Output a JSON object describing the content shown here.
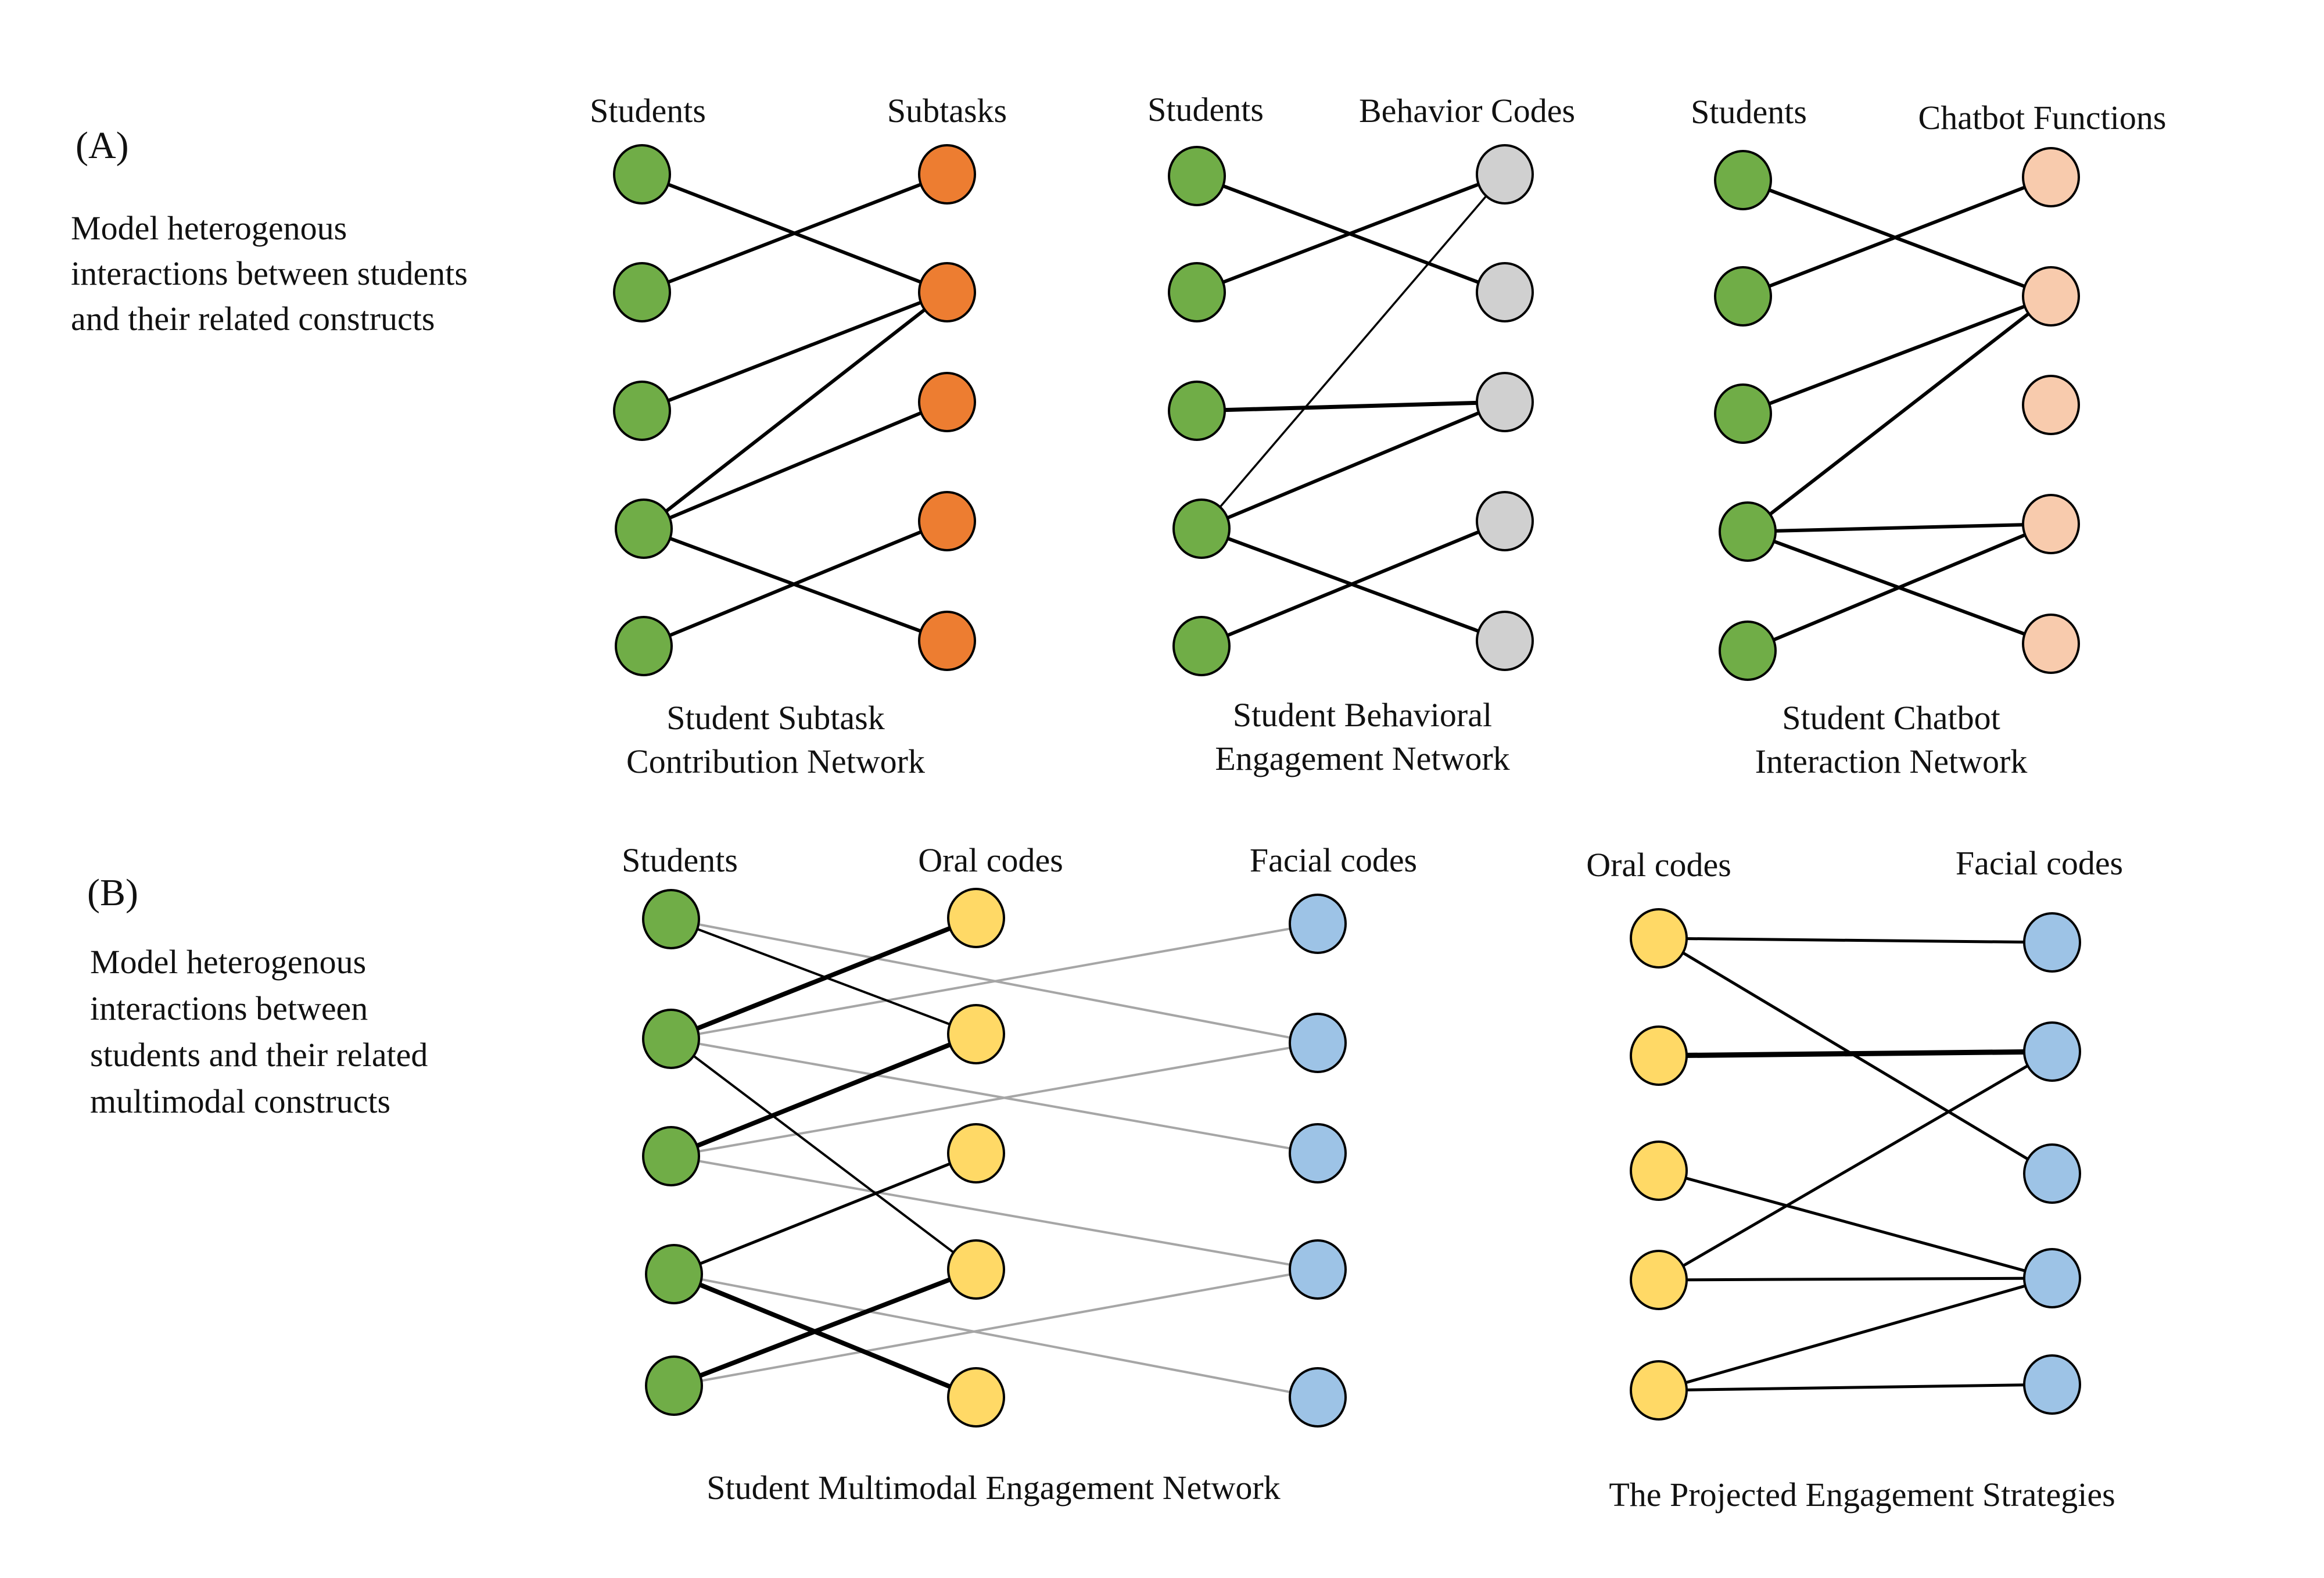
{
  "panel_a": {
    "label": "(A)",
    "description": [
      "Model heterogenous",
      "interactions between students",
      "and their related constructs"
    ],
    "networks": [
      {
        "id": "subtask",
        "left_header": "Students",
        "right_header": "Subtasks",
        "caption": [
          "Student Subtask",
          "Contribution Network"
        ],
        "left_color": "#70ad47",
        "right_color": "#ed7d31",
        "left_count": 5,
        "right_count": 5,
        "edges": [
          [
            0,
            1
          ],
          [
            1,
            0
          ],
          [
            2,
            1
          ],
          [
            3,
            1
          ],
          [
            3,
            2
          ],
          [
            3,
            4
          ],
          [
            4,
            3
          ]
        ]
      },
      {
        "id": "behavior",
        "left_header": "Students",
        "right_header": "Behavior Codes",
        "caption": [
          "Student Behavioral",
          "Engagement Network"
        ],
        "left_color": "#70ad47",
        "right_color": "#d0d0d0",
        "left_count": 5,
        "right_count": 5,
        "edges": [
          [
            0,
            1
          ],
          [
            1,
            0
          ],
          [
            2,
            2
          ],
          [
            3,
            0
          ],
          [
            3,
            2
          ],
          [
            3,
            4
          ],
          [
            4,
            3
          ]
        ]
      },
      {
        "id": "chatbot",
        "left_header": "Students",
        "right_header": "Chatbot Functions",
        "caption": [
          "Student Chatbot",
          "Interaction Network"
        ],
        "left_color": "#70ad47",
        "right_color": "#f8cbad",
        "left_count": 5,
        "right_count": 5,
        "edges": [
          [
            0,
            1
          ],
          [
            1,
            0
          ],
          [
            2,
            1
          ],
          [
            3,
            1
          ],
          [
            3,
            3
          ],
          [
            3,
            4
          ],
          [
            4,
            3
          ]
        ]
      }
    ]
  },
  "panel_b": {
    "label": "(B)",
    "description": [
      "Model heterogenous",
      "interactions between",
      "students and their related",
      "multimodal constructs"
    ],
    "multimodal": {
      "headers": [
        "Students",
        "Oral codes",
        "Facial codes"
      ],
      "caption": "Student Multimodal Engagement Network",
      "student_color": "#70ad47",
      "oral_color": "#ffd966",
      "facial_color": "#9dc3e6",
      "edge_strong_color": "#000000",
      "edge_weak_color": "#a6a6a6",
      "count": 5,
      "oral_edges": [
        [
          0,
          1
        ],
        [
          1,
          0
        ],
        [
          1,
          3
        ],
        [
          2,
          1
        ],
        [
          3,
          2
        ],
        [
          3,
          4
        ],
        [
          4,
          3
        ]
      ],
      "facial_edges": [
        [
          0,
          1
        ],
        [
          1,
          0
        ],
        [
          1,
          2
        ],
        [
          2,
          1
        ],
        [
          2,
          3
        ],
        [
          3,
          4
        ],
        [
          4,
          3
        ]
      ]
    },
    "projection": {
      "headers": [
        "Oral codes",
        "Facial codes"
      ],
      "caption": "The Projected Engagement Strategies",
      "oral_color": "#ffd966",
      "facial_color": "#9dc3e6",
      "count": 5,
      "edges": [
        [
          0,
          0
        ],
        [
          0,
          2
        ],
        [
          1,
          1
        ],
        [
          2,
          3
        ],
        [
          3,
          1
        ],
        [
          3,
          3
        ],
        [
          4,
          3
        ],
        [
          4,
          4
        ]
      ]
    }
  }
}
